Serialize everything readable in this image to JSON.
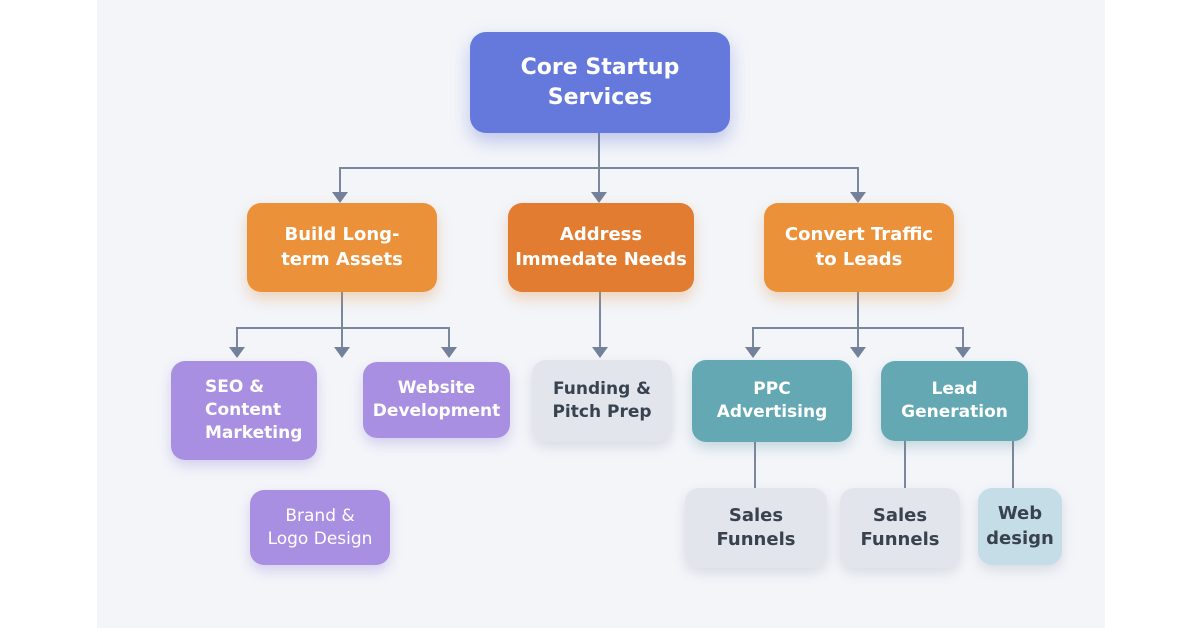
{
  "colors": {
    "background_panel": "#f3f5f9",
    "root_blue": "#6579dc",
    "orange": "#eb9139",
    "orange_deep": "#e17c30",
    "purple": "#a88fe2",
    "teal": "#63a8b2",
    "light_gray": "#e2e5ec",
    "light_blue": "#c5dde6",
    "connector": "#7a879c",
    "text_light": "#ffffff",
    "text_dark": "#39424f"
  },
  "nodes": {
    "core": {
      "lines": [
        "Core Startup",
        "Services"
      ]
    },
    "build": {
      "lines": [
        "Build Long-",
        "term Assets"
      ]
    },
    "address": {
      "lines": [
        "Address",
        "Immedate Needs"
      ]
    },
    "convert": {
      "lines": [
        "Convert Traffic",
        "to Leads"
      ]
    },
    "seo": {
      "lines": [
        "SEO &",
        "Content",
        "Marketing"
      ]
    },
    "website": {
      "lines": [
        "Website",
        "Development"
      ]
    },
    "funding": {
      "lines": [
        "Funding &",
        "Pitch Prep"
      ]
    },
    "ppc": {
      "lines": [
        "PPC",
        "Advertising"
      ]
    },
    "lead": {
      "lines": [
        "Lead",
        "Generation"
      ]
    },
    "brand": {
      "lines": [
        "Brand &",
        "Logo Design"
      ]
    },
    "sales_funnels_1": {
      "lines": [
        "Sales",
        "Funnels"
      ]
    },
    "sales_funnels_2": {
      "lines": [
        "Sales",
        "Funnels"
      ]
    },
    "web_design": {
      "lines": [
        "Web",
        "design"
      ]
    }
  }
}
